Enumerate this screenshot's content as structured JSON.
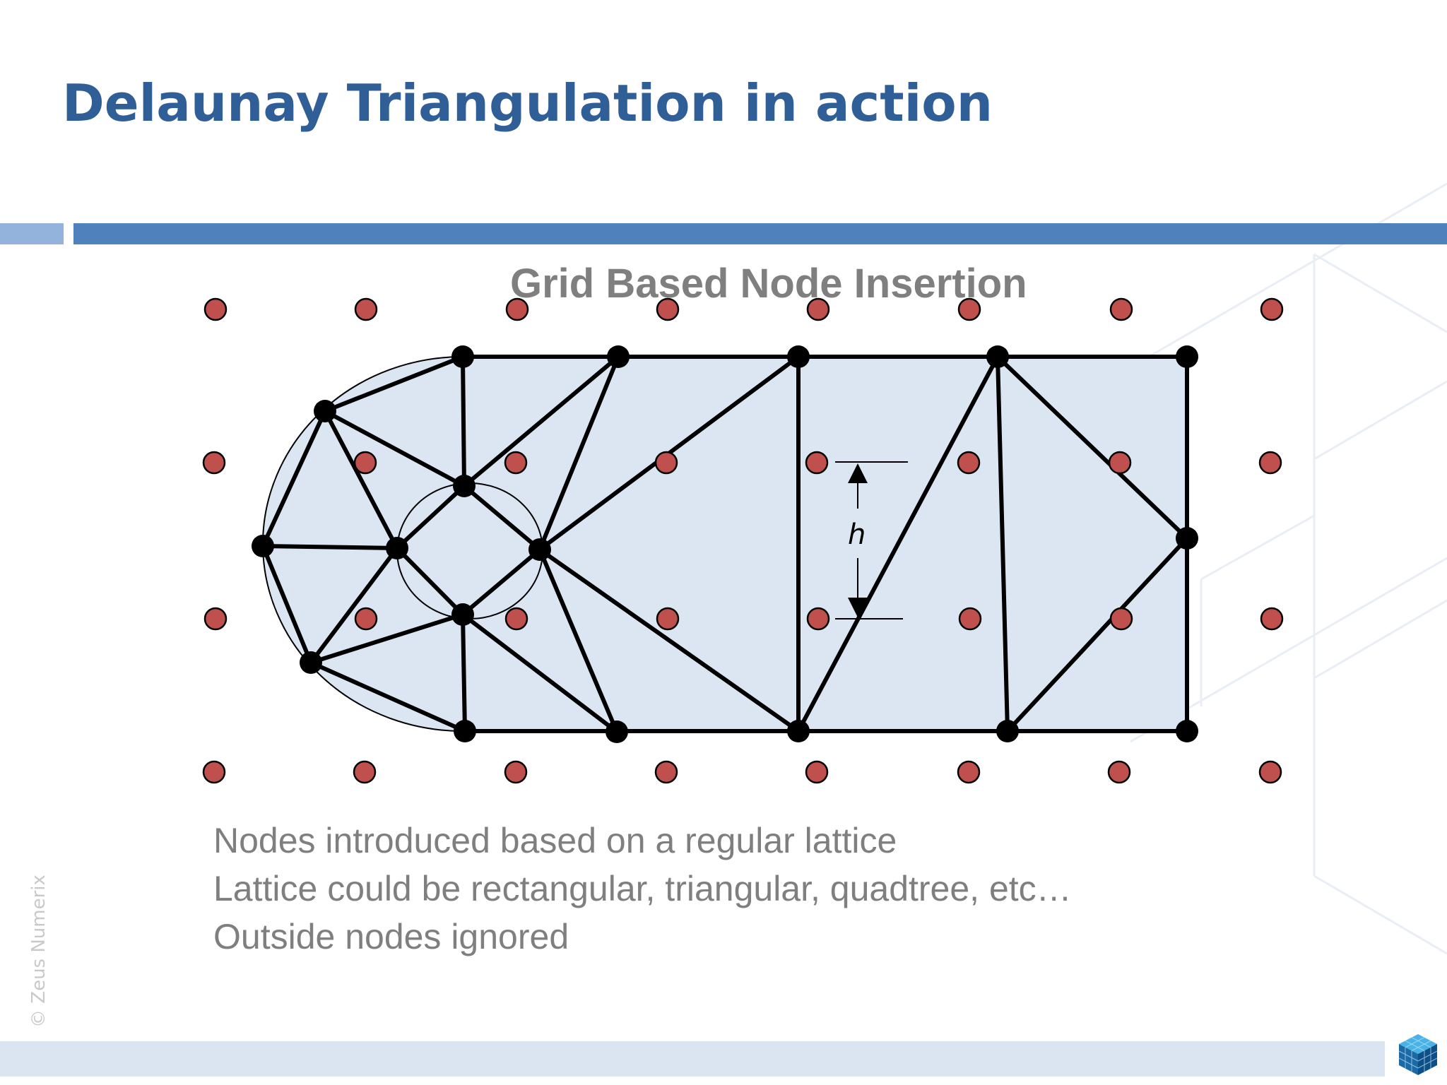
{
  "slide": {
    "title": "Delaunay Triangulation in action",
    "subtitle": "Grid Based Node Insertion",
    "bullets": [
      "Nodes introduced based on a regular lattice",
      "Lattice could be rectangular, triangular, quadtree, etc…",
      "Outside nodes ignored"
    ],
    "copyright": "© Zeus Numerix"
  },
  "diagram": {
    "spacing_label": "h",
    "colors": {
      "title": "#2f5f96",
      "band": "#4f81bd",
      "band_light": "#93b3dd",
      "mesh_fill": "#dce6f2",
      "grid_node": "#c0504d",
      "mesh_node": "#000000",
      "text_gray": "#7f7f7f"
    },
    "icons": [
      "cube-logo-icon"
    ]
  }
}
